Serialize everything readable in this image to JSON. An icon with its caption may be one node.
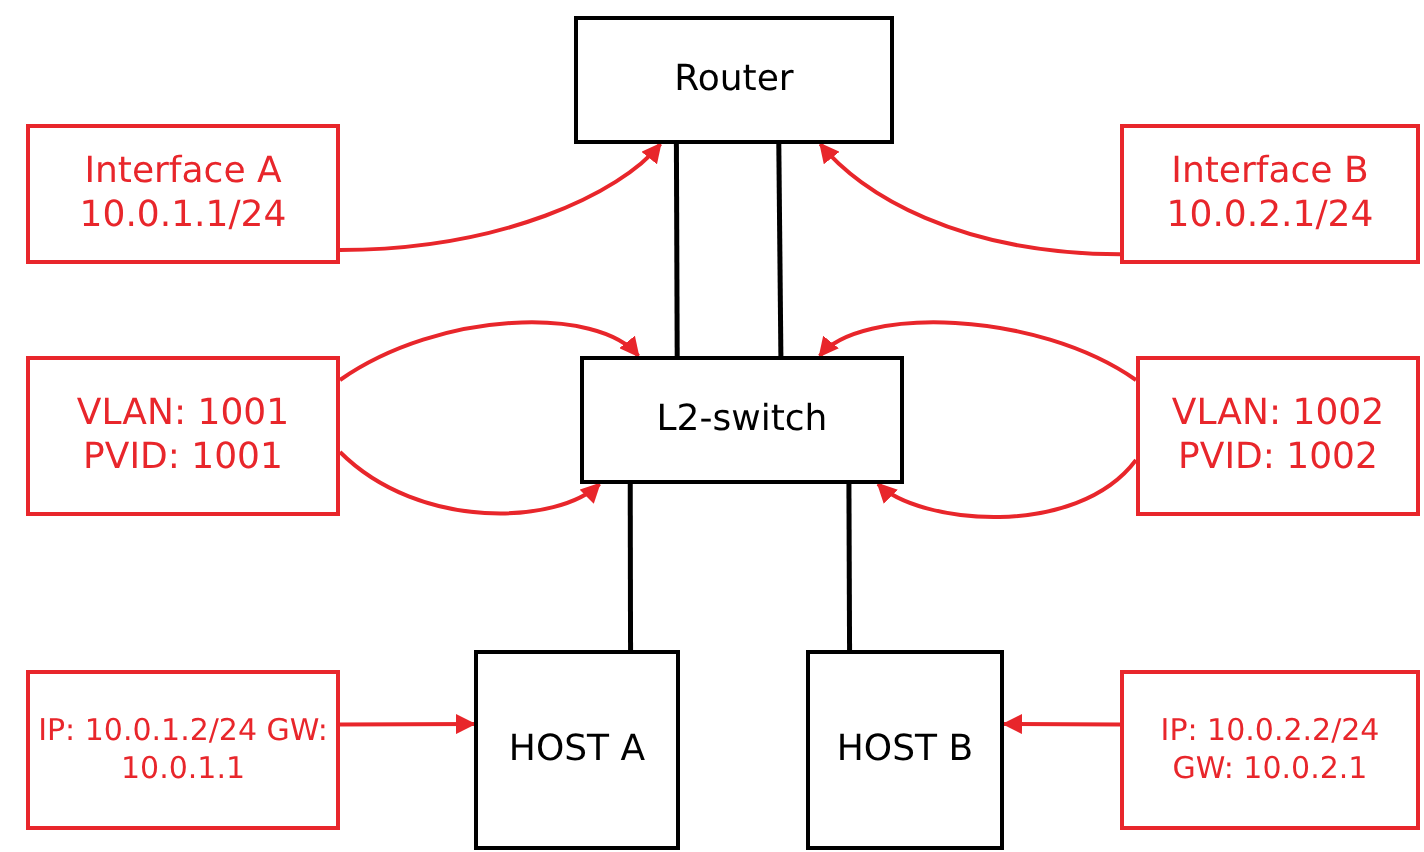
{
  "diagram": {
    "nodes": [
      {
        "text": [
          "Router"
        ]
      },
      {
        "text": [
          "Interface A 10.0.1.1/24"
        ]
      },
      {
        "text": [
          "Interface B 10.0.2.1/24"
        ]
      },
      {
        "text": [
          "VLAN: 1001 PVID: 1001"
        ]
      },
      {
        "text": [
          "L2-switch"
        ]
      },
      {
        "text": [
          "VLAN: 1002 PVID: 1002"
        ]
      },
      {
        "text": [
          "IP: 10.0.1.2/24 GW: 10.0.1.1"
        ]
      },
      {
        "text": [
          "HOST A"
        ]
      },
      {
        "text": [
          "HOST B"
        ]
      },
      {
        "text": [
          "IP: 10.0.2.2/24 GW: 10.0.2.1"
        ]
      }
    ],
    "edges": [
      {
        "from": 0,
        "to": 4,
        "arrow": "none",
        "color": "#000000"
      },
      {
        "from": 0,
        "to": 4,
        "arrow": "none",
        "color": "#000000"
      },
      {
        "from": 4,
        "to": 7,
        "arrow": "none",
        "color": "#000000"
      },
      {
        "from": 4,
        "to": 8,
        "arrow": "none",
        "color": "#000000"
      },
      {
        "from": 1,
        "to": 0,
        "arrow": "to"
      },
      {
        "from": 2,
        "to": 0,
        "arrow": "to"
      },
      {
        "from": 3,
        "to": 4,
        "arrow": "to"
      },
      {
        "from": 3,
        "to": 4,
        "arrow": "to"
      },
      {
        "from": 5,
        "to": 4,
        "arrow": "to"
      },
      {
        "from": 5,
        "to": 4,
        "arrow": "to"
      },
      {
        "from": 6,
        "to": 7,
        "arrow": "to"
      },
      {
        "from": 9,
        "to": 8,
        "arrow": "to"
      }
    ]
  }
}
